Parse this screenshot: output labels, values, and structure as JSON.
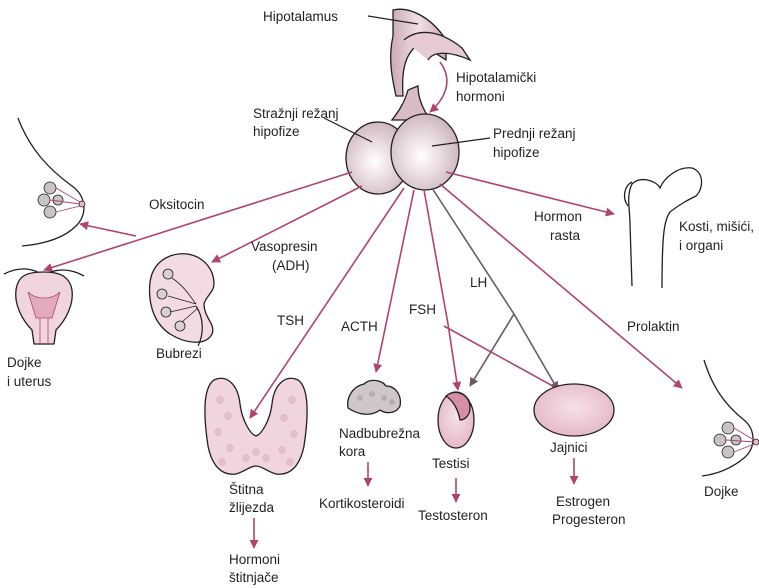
{
  "labels": {
    "hypothalamus": "Hipotalamus",
    "hypothalamic_hormones": [
      "Hipotalamički",
      "hormoni"
    ],
    "posterior_pituitary": [
      "Stražnji režanj",
      "hipofize"
    ],
    "anterior_pituitary": [
      "Prednji režanj",
      "hipofize"
    ],
    "oxytocin": "Oksitocin",
    "vasopressin": [
      "Vasopresin",
      "(ADH)"
    ],
    "breasts_uterus": [
      "Dojke",
      "i uterus"
    ],
    "kidneys": "Bubrezi",
    "tsh": "TSH",
    "acth": "ACTH",
    "fsh": "FSH",
    "lh": "LH",
    "growth_hormone": [
      "Hormon",
      "rasta"
    ],
    "bones": [
      "Kosti, mišići,",
      "i organi"
    ],
    "prolactin": "Prolaktin",
    "breasts": "Dojke",
    "thyroid": [
      "Štitna",
      "žlijezda"
    ],
    "thyroid_hormones": [
      "Hormoni",
      "štitnjače"
    ],
    "adrenal_cortex": [
      "Nadbubrežna",
      "kora"
    ],
    "corticosteroids": "Kortikosteroidi",
    "testes": "Testisi",
    "testosterone": "Testosteron",
    "ovaries": "Jajnici",
    "estrogen_progesterone": [
      "Estrogen",
      "Progesteron"
    ]
  },
  "colors": {
    "arrow": "#b0446b",
    "lh_arrow": "#6b5b62",
    "gland_fill": "#efd3dc",
    "pituitary_fill": "#d9c4cb",
    "tissue_fill": "#f3dbe3"
  }
}
